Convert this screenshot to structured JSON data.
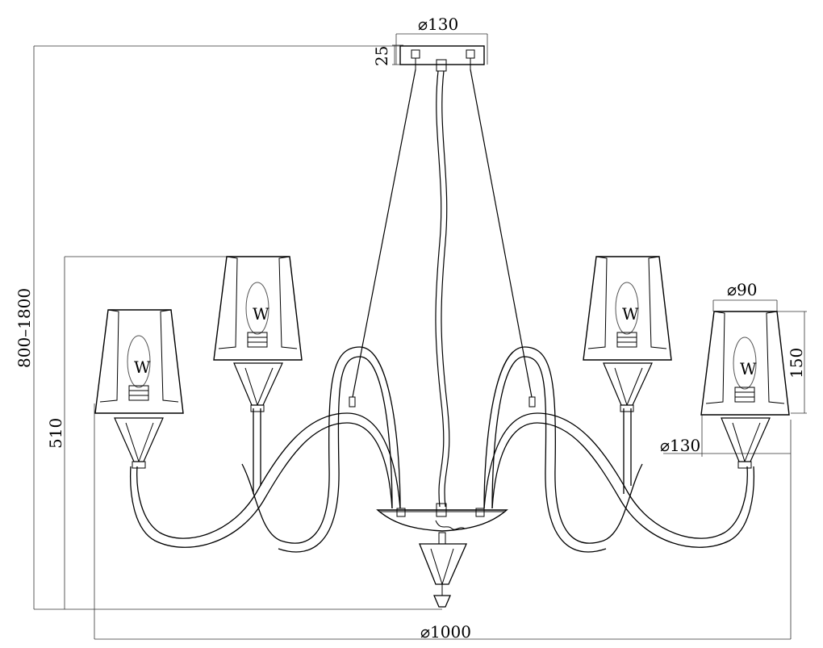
{
  "dimensions": {
    "canopy_diameter": "⌀130",
    "canopy_height": "25",
    "total_height": "800–1800",
    "body_height": "510",
    "shade_top_diameter": "⌀90",
    "shade_height": "150",
    "shade_bottom_diameter": "⌀130",
    "overall_diameter": "⌀1000"
  },
  "bulb_glyph": "W"
}
